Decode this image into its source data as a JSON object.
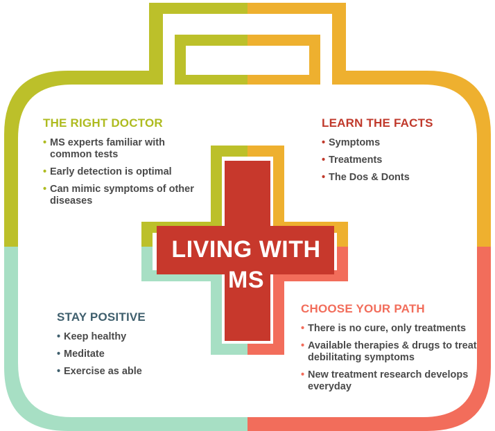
{
  "center": {
    "line1": "LIVING WITH",
    "line2": "MS"
  },
  "colors": {
    "olive": "#bcc02a",
    "orange": "#eeb02f",
    "mint": "#a7dfc4",
    "coral": "#f26d5b",
    "cross": "#c7382c",
    "doctor_title": "#aebb1f",
    "facts_title": "#c0392b",
    "positive_title": "#3f5f6d",
    "path_title": "#f26d5b"
  },
  "panels": {
    "doctor": {
      "title": "THE RIGHT DOCTOR",
      "items": [
        "MS experts familiar with common tests",
        "Early detection is optimal",
        "Can mimic symptoms of other diseases"
      ]
    },
    "facts": {
      "title": "LEARN THE FACTS",
      "items": [
        "Symptoms",
        "Treatments",
        "The Dos & Donts"
      ]
    },
    "positive": {
      "title": "STAY POSITIVE",
      "items": [
        "Keep healthy",
        "Meditate",
        "Exercise as able"
      ]
    },
    "path": {
      "title": "CHOOSE YOUR PATH",
      "items": [
        "There is no cure, only treatments",
        "Available therapies & drugs to treat debilitating symptoms",
        "New treatment research develops everyday"
      ]
    }
  }
}
